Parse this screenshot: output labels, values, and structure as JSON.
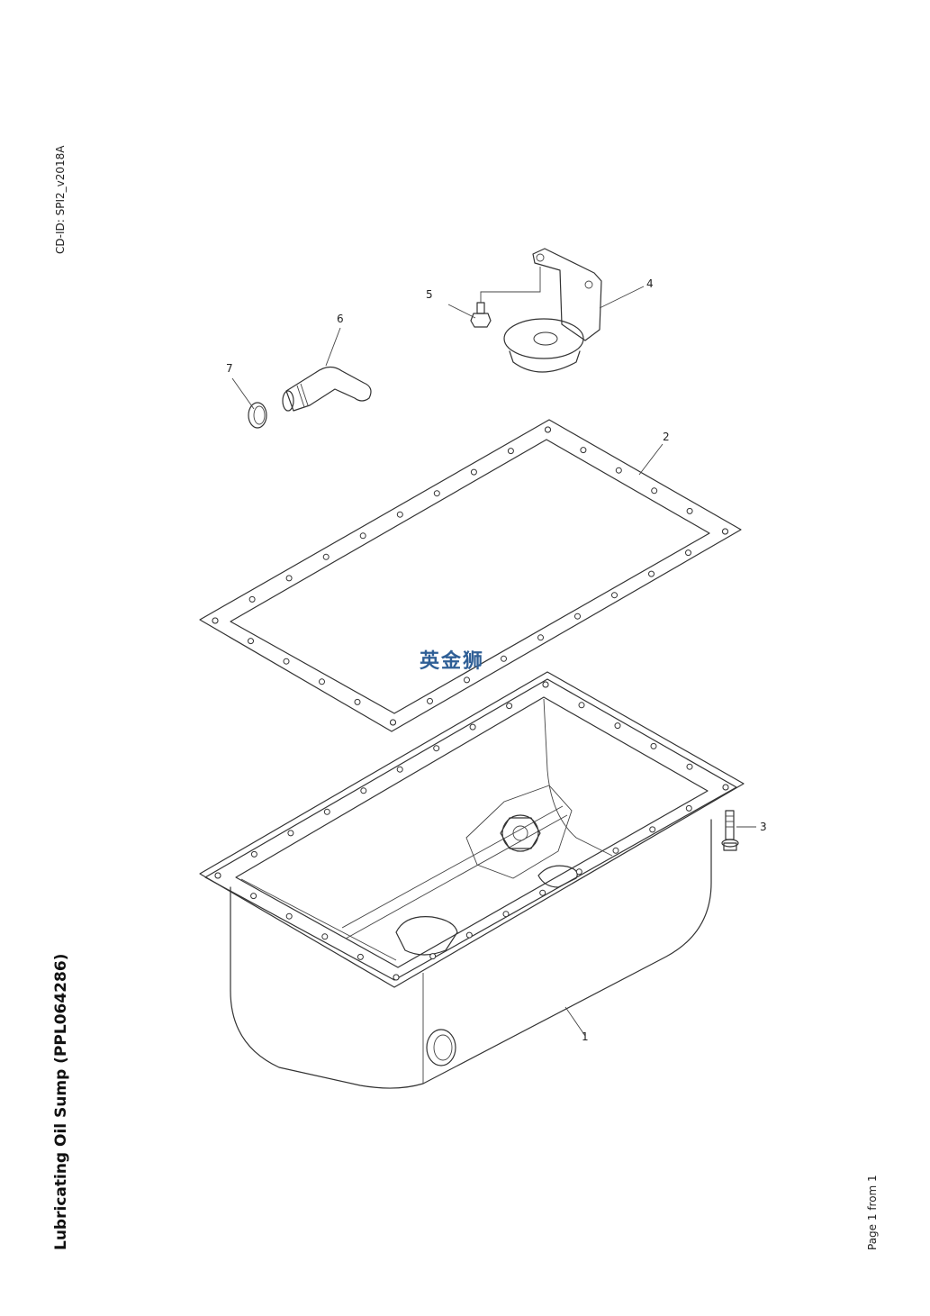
{
  "header": {
    "cd_id": "CD-ID: SPI2_v2018A"
  },
  "title": "Lubricating Oil Sump (PPL064286)",
  "footer": {
    "page": "Page 1 from 1"
  },
  "watermark": "英金狮",
  "callouts": [
    "1",
    "2",
    "3",
    "4",
    "5",
    "6",
    "7"
  ],
  "parts": [
    {
      "callout": "1",
      "icon": "oil-sump-pan"
    },
    {
      "callout": "2",
      "icon": "sump-gasket"
    },
    {
      "callout": "3",
      "icon": "flange-bolt"
    },
    {
      "callout": "4",
      "icon": "suction-strainer-bracket"
    },
    {
      "callout": "5",
      "icon": "hex-screw"
    },
    {
      "callout": "6",
      "icon": "suction-pipe"
    },
    {
      "callout": "7",
      "icon": "o-ring"
    }
  ]
}
